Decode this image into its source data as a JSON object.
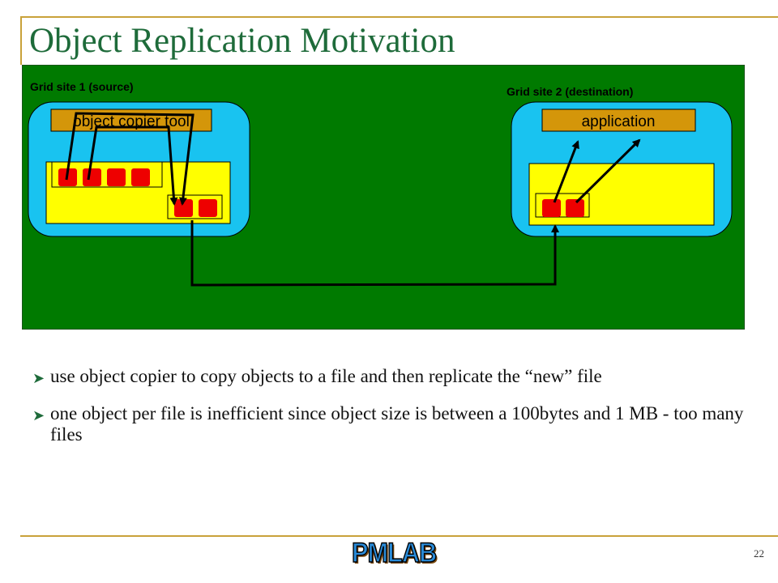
{
  "slide": {
    "title": "Object Replication Motivation",
    "page_number": "22",
    "logo_text": "PMLAB"
  },
  "diagram": {
    "site1_label": "Grid site 1 (source)",
    "site2_label": "Grid site 2 (destination)",
    "site1_tool_label": "object copier tool",
    "site2_tool_label": "application",
    "colors": {
      "background": "#007a00",
      "site_box": "#19c3f0",
      "storage": "#ffff00",
      "tool": "#d4960a",
      "object": "#ee0000"
    }
  },
  "bullets": [
    "use object copier to copy objects to a file and then replicate the “new” file",
    "one object per file is inefficient since object size is between a 100bytes and 1 MB - too many files"
  ]
}
